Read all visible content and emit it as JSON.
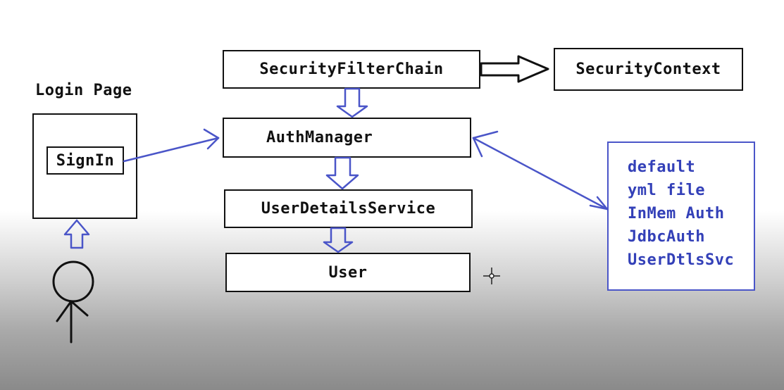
{
  "login_page": {
    "title": "Login Page",
    "signin_label": "SignIn"
  },
  "nodes": {
    "security_filter_chain": "SecurityFilterChain",
    "security_context": "SecurityContext",
    "auth_manager": "AuthManager",
    "user_details_service": "UserDetailsService",
    "user": "User"
  },
  "auth_sources": [
    "default",
    "yml file",
    "InMem Auth",
    "JdbcAuth",
    "UserDtlsSvc"
  ],
  "colors": {
    "blue_accent": "#3340b8",
    "ink": "#111111"
  }
}
